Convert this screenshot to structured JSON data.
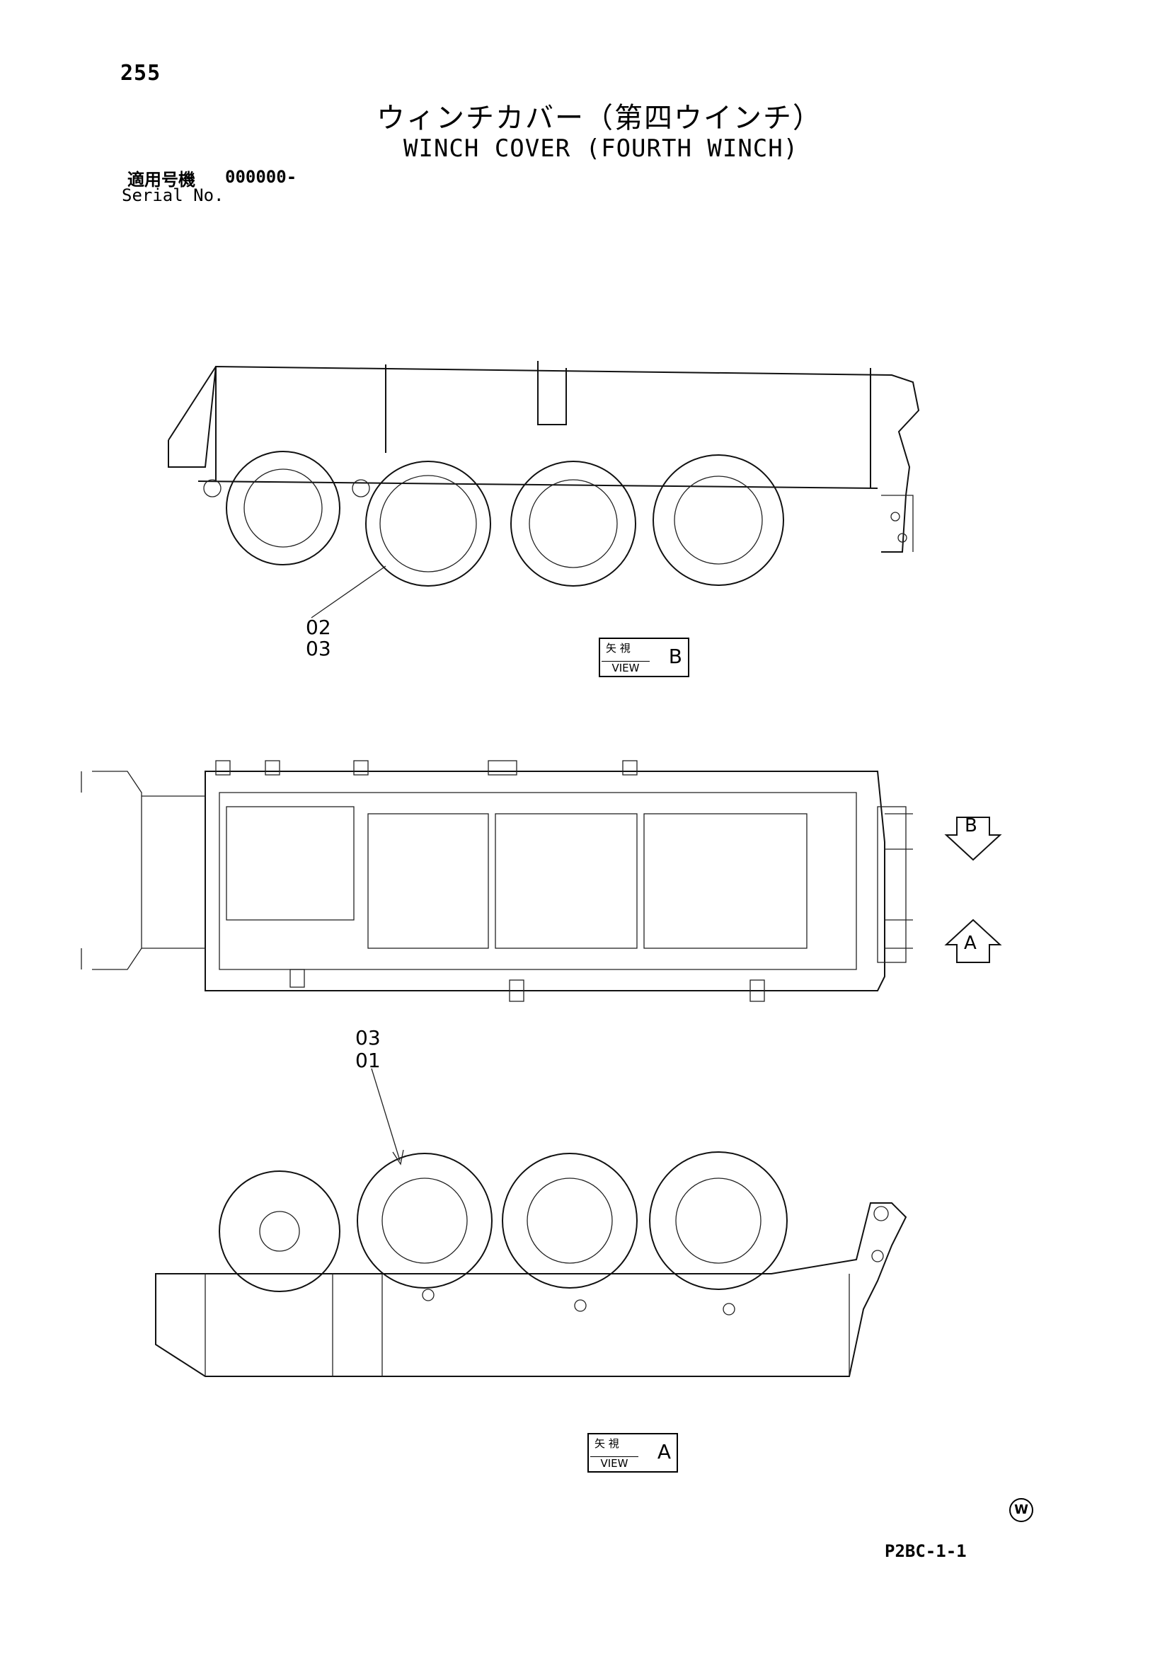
{
  "page_number": "255",
  "title_ja": "ウィンチカバー（第四ウインチ）",
  "title_en": "WINCH COVER (FOURTH WINCH)",
  "serial": {
    "label_ja": "適用号機",
    "value": "000000-",
    "label_en": "Serial No."
  },
  "view_b_callouts": {
    "line1": "02",
    "line2": "03"
  },
  "view_a_callouts": {
    "line1": "03",
    "line2": "01"
  },
  "view_box_b": {
    "ja": "矢 視",
    "en": "VIEW",
    "letter": "B"
  },
  "view_box_a": {
    "ja": "矢 視",
    "en": "VIEW",
    "letter": "A"
  },
  "plan_arrows": {
    "b": "B",
    "a": "A"
  },
  "footer_code": "P2BC-1-1",
  "brand_mark": "W"
}
